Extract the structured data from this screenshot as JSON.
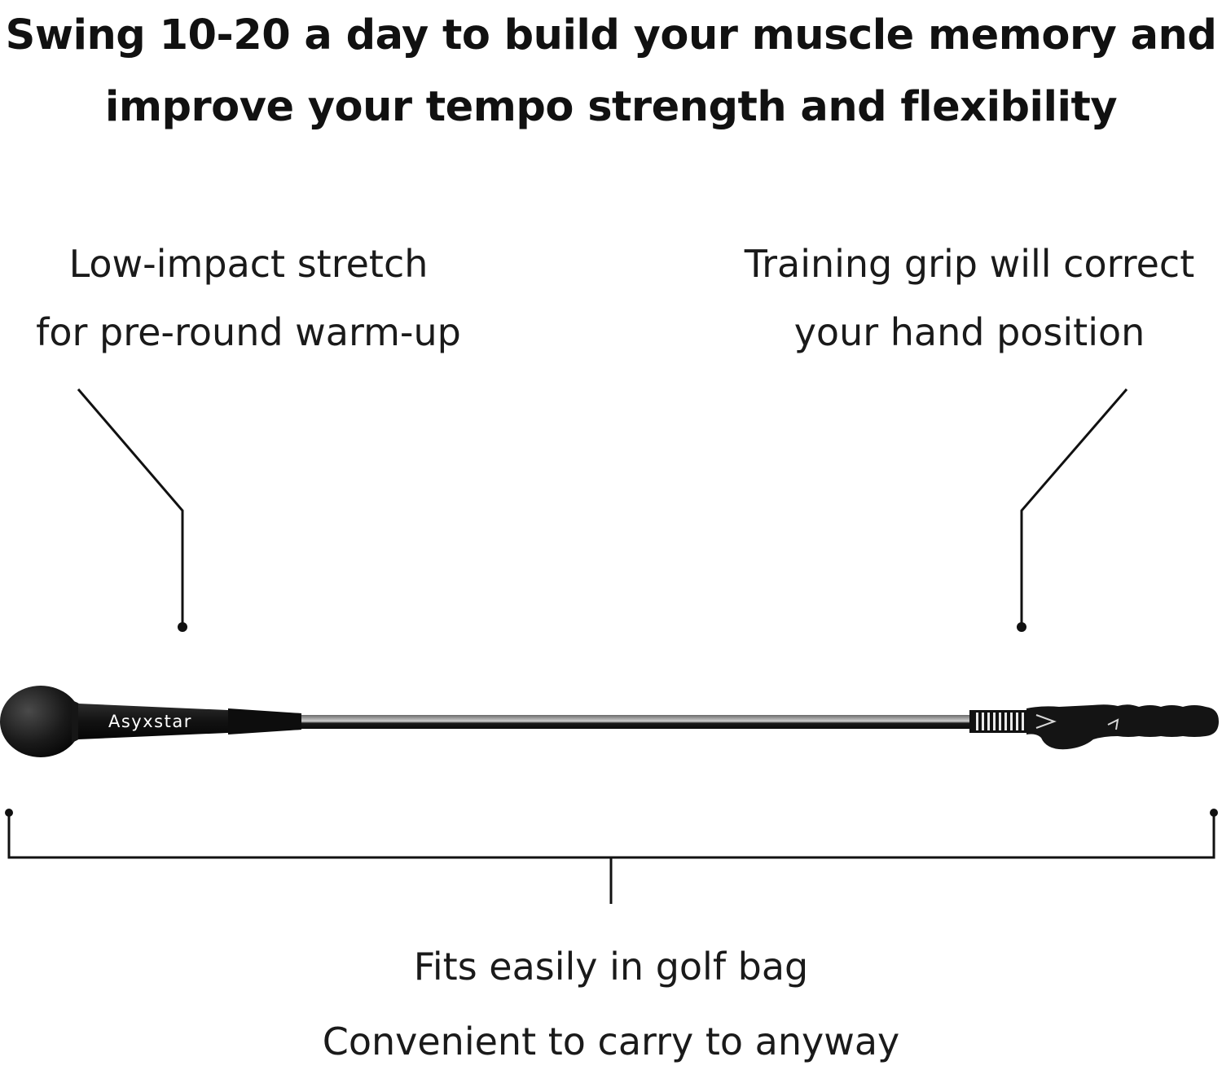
{
  "headline": {
    "line1": "Swing 10-20 a day to build your muscle memory and",
    "line2": "improve your tempo strength and flexibility"
  },
  "callouts": {
    "left": {
      "line1": "Low-impact stretch",
      "line2": "for pre-round warm-up"
    },
    "right": {
      "line1": "Training grip will correct",
      "line2": "your hand position"
    }
  },
  "product": {
    "brand": "Asyxstar"
  },
  "bottom": {
    "line1": "Fits easily in golf bag",
    "line2": "Convenient to carry to anyway"
  },
  "colors": {
    "text": "#111111",
    "trainer_black": "#141414",
    "shaft": "#2a2a2a",
    "background": "#ffffff"
  }
}
